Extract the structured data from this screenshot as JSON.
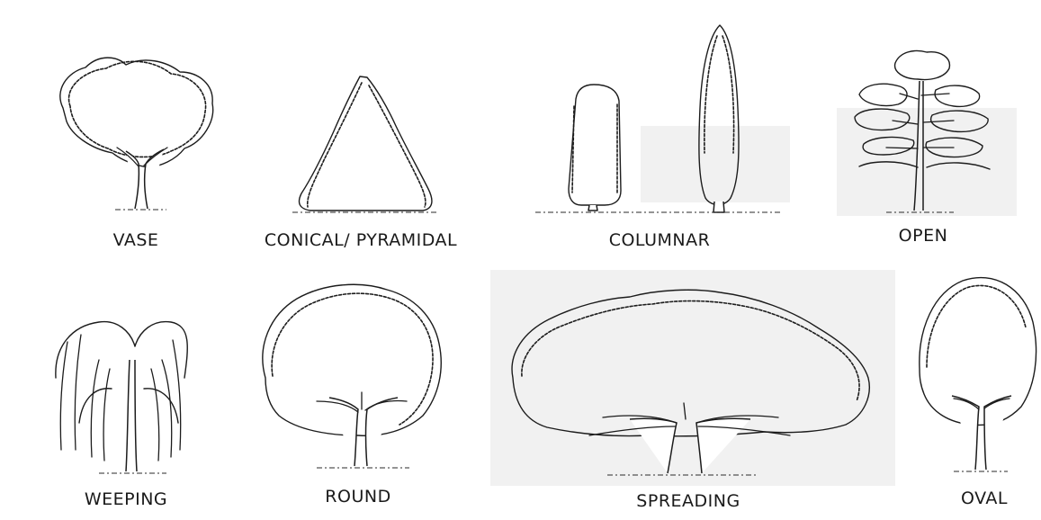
{
  "figure": {
    "labels": {
      "vase": "VASE",
      "conical": "CONICAL/ PYRAMIDAL",
      "columnar": "COLUMNAR",
      "open": "OPEN",
      "weeping": "WEEPING",
      "round": "ROUND",
      "spreading": "SPREADING",
      "oval": "OVAL"
    }
  }
}
